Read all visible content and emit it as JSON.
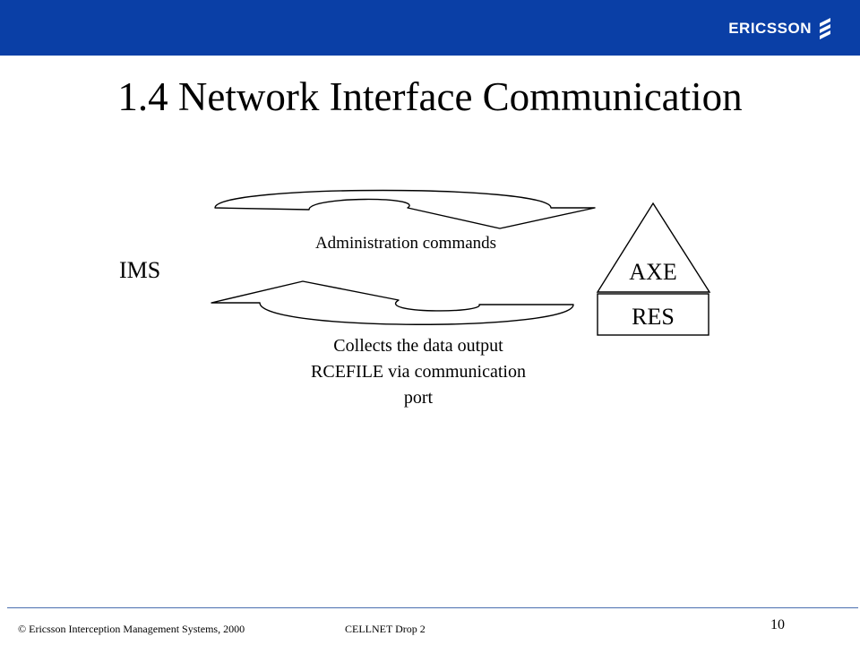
{
  "header": {
    "brand": "ERICSSON",
    "brand_icon": "ericsson-stripes-logo",
    "bar_color": "#0a3fa6"
  },
  "slide": {
    "title": "1.4 Network Interface Communication"
  },
  "diagram": {
    "left_node": "IMS",
    "right_node_top": "AXE",
    "right_node_bottom": "RES",
    "top_arrow_label": "Administration commands",
    "bottom_arrow_label": [
      "Collects the data output",
      "RCEFILE via communication",
      "port"
    ]
  },
  "footer": {
    "copyright": "© Ericsson Interception Management Systems, 2000",
    "project": "CELLNET Drop 2",
    "page_number": "10"
  }
}
